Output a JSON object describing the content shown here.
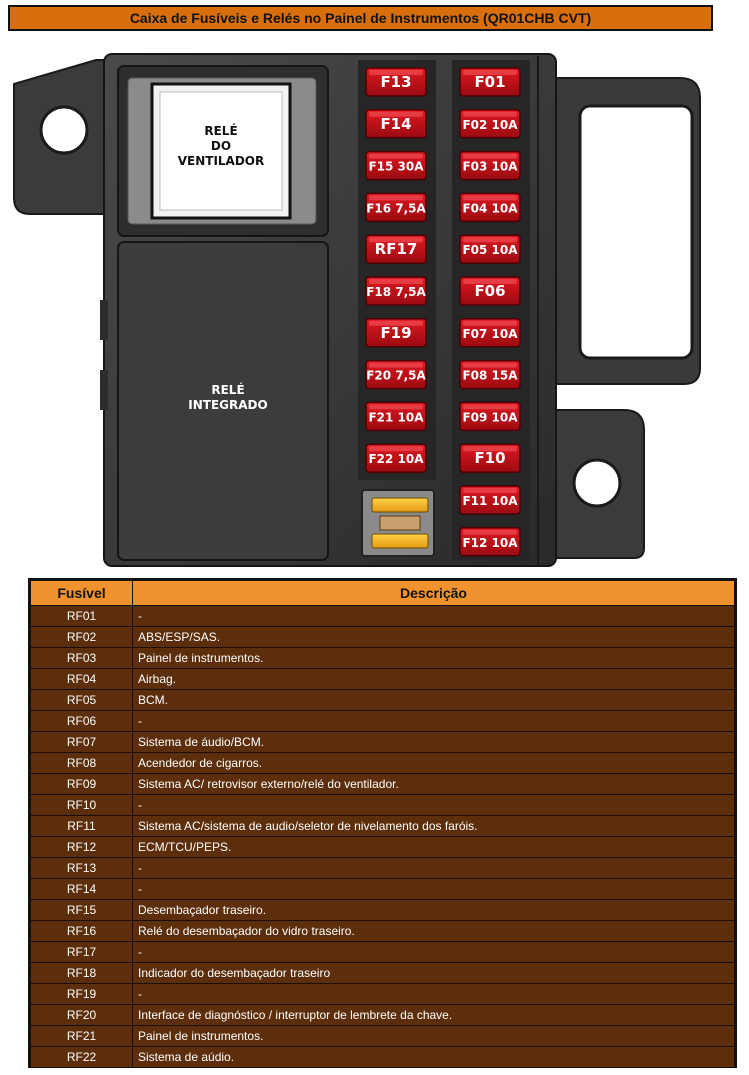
{
  "title": "Caixa de Fusíveis e Relés no Painel de Instrumentos (QR01CHB CVT)",
  "relays": {
    "fan": [
      "RELÉ",
      "DO",
      "VENTILADOR"
    ],
    "integrated": [
      "RELÉ",
      "INTEGRADO"
    ]
  },
  "fuses_left": [
    "F13",
    "F14",
    "F15 30A",
    "F16 7,5A",
    "RF17",
    "F18 7,5A",
    "F19",
    "F20 7,5A",
    "F21 10A",
    "F22 10A"
  ],
  "fuses_right": [
    "F01",
    "F02 10A",
    "F03 10A",
    "F04 10A",
    "F05 10A",
    "F06",
    "F07 10A",
    "F08 15A",
    "F09 10A",
    "F10",
    "F11 10A",
    "F12 10A"
  ],
  "table": {
    "headers": [
      "Fusível",
      "Descrição"
    ],
    "rows": [
      [
        "RF01",
        "-"
      ],
      [
        "RF02",
        "ABS/ESP/SAS."
      ],
      [
        "RF03",
        "Painel de instrumentos."
      ],
      [
        "RF04",
        "Airbag."
      ],
      [
        "RF05",
        "BCM."
      ],
      [
        "RF06",
        "-"
      ],
      [
        "RF07",
        "Sistema de áudio/BCM."
      ],
      [
        "RF08",
        "Acendedor de cigarros."
      ],
      [
        "RF09",
        "Sistema AC/ retrovisor externo/relé do ventilador."
      ],
      [
        "RF10",
        "-"
      ],
      [
        "RF11",
        "Sistema AC/sistema de audio/seletor de nivelamento dos faróis."
      ],
      [
        "RF12",
        "ECM/TCU/PEPS."
      ],
      [
        "RF13",
        "-"
      ],
      [
        "RF14",
        "-"
      ],
      [
        "RF15",
        "Desembaçador traseiro."
      ],
      [
        "RF16",
        "Relé do desembaçador do vidro traseiro."
      ],
      [
        "RF17",
        "-"
      ],
      [
        "RF18",
        "Indicador do desembaçador traseiro"
      ],
      [
        "RF19",
        "-"
      ],
      [
        "RF20",
        "Interface de diagnóstico / interruptor de lembrete da chave."
      ],
      [
        "RF21",
        "Painel de instrumentos."
      ],
      [
        "RF22",
        "Sistema de aúdio."
      ]
    ]
  }
}
